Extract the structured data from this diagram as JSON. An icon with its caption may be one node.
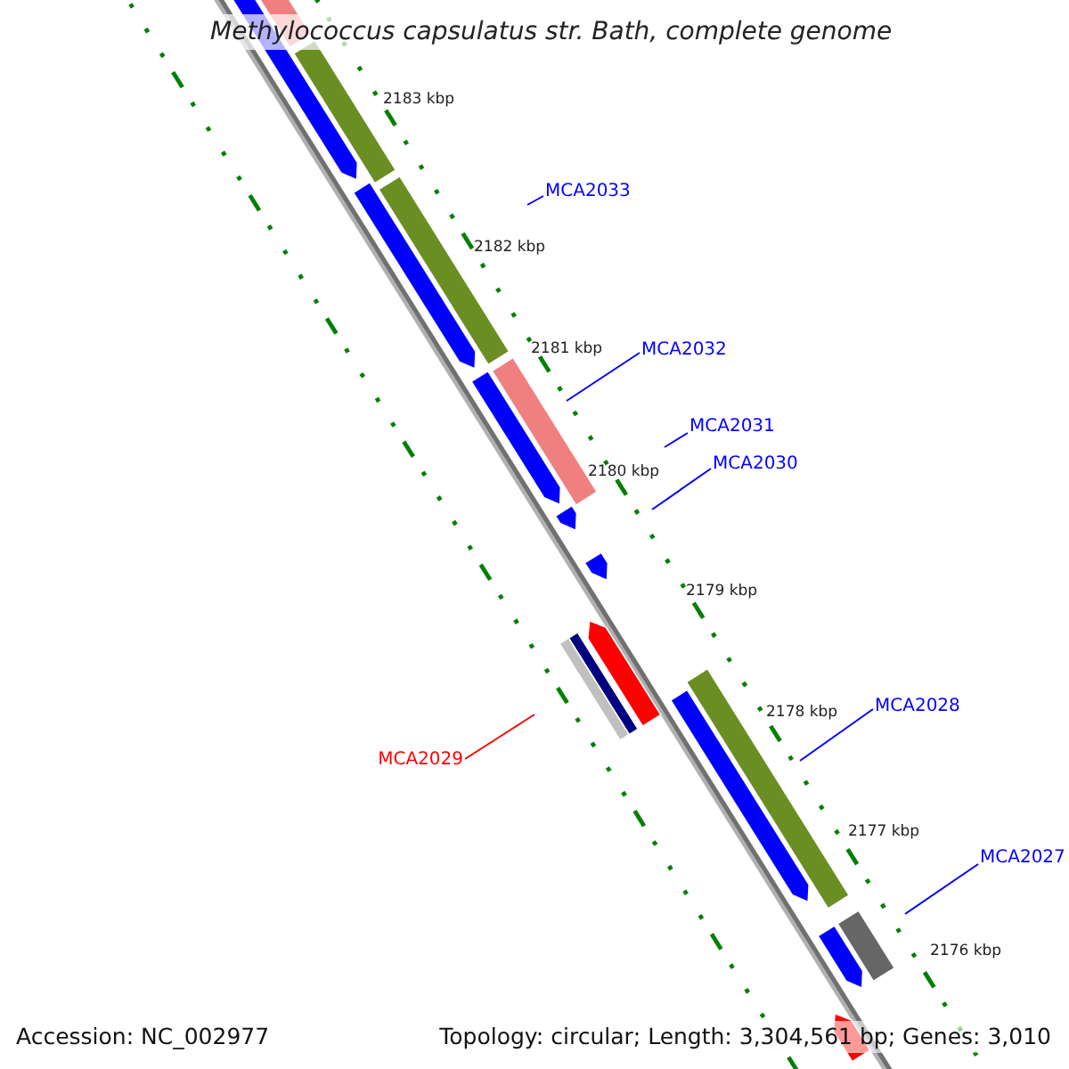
{
  "diagram": {
    "title": "Methylococcus capsulatus str. Bath, complete genome",
    "nodes": [
      {
        "text": [
          "MCA2033"
        ]
      },
      {
        "text": [
          "MCA2032"
        ]
      },
      {
        "text": [
          "MCA2031"
        ]
      },
      {
        "text": [
          "MCA2030"
        ]
      },
      {
        "text": [
          "MCA2029"
        ]
      },
      {
        "text": [
          "MCA2028"
        ]
      },
      {
        "text": [
          "MCA2027"
        ]
      }
    ],
    "edges": [
      {
        "from": 0,
        "to": null,
        "arrow": "none"
      },
      {
        "from": 1,
        "to": null,
        "arrow": "none"
      },
      {
        "from": 2,
        "to": null,
        "arrow": "none"
      },
      {
        "from": 3,
        "to": null,
        "arrow": "none"
      },
      {
        "from": 4,
        "to": null,
        "arrow": "none",
        "color": "#ff0000"
      },
      {
        "from": 5,
        "to": null,
        "arrow": "none"
      },
      {
        "from": 6,
        "to": null,
        "arrow": "none"
      }
    ],
    "labels": [
      "2183 kbp",
      "2182 kbp",
      "2181 kbp",
      "2180 kbp",
      "2179 kbp",
      "2178 kbp",
      "2177 kbp",
      "2176 kbp",
      "Accession: NC_002977",
      "Topology: circular; Length: 3,304,561 bp; Genes: 3,010"
    ]
  }
}
